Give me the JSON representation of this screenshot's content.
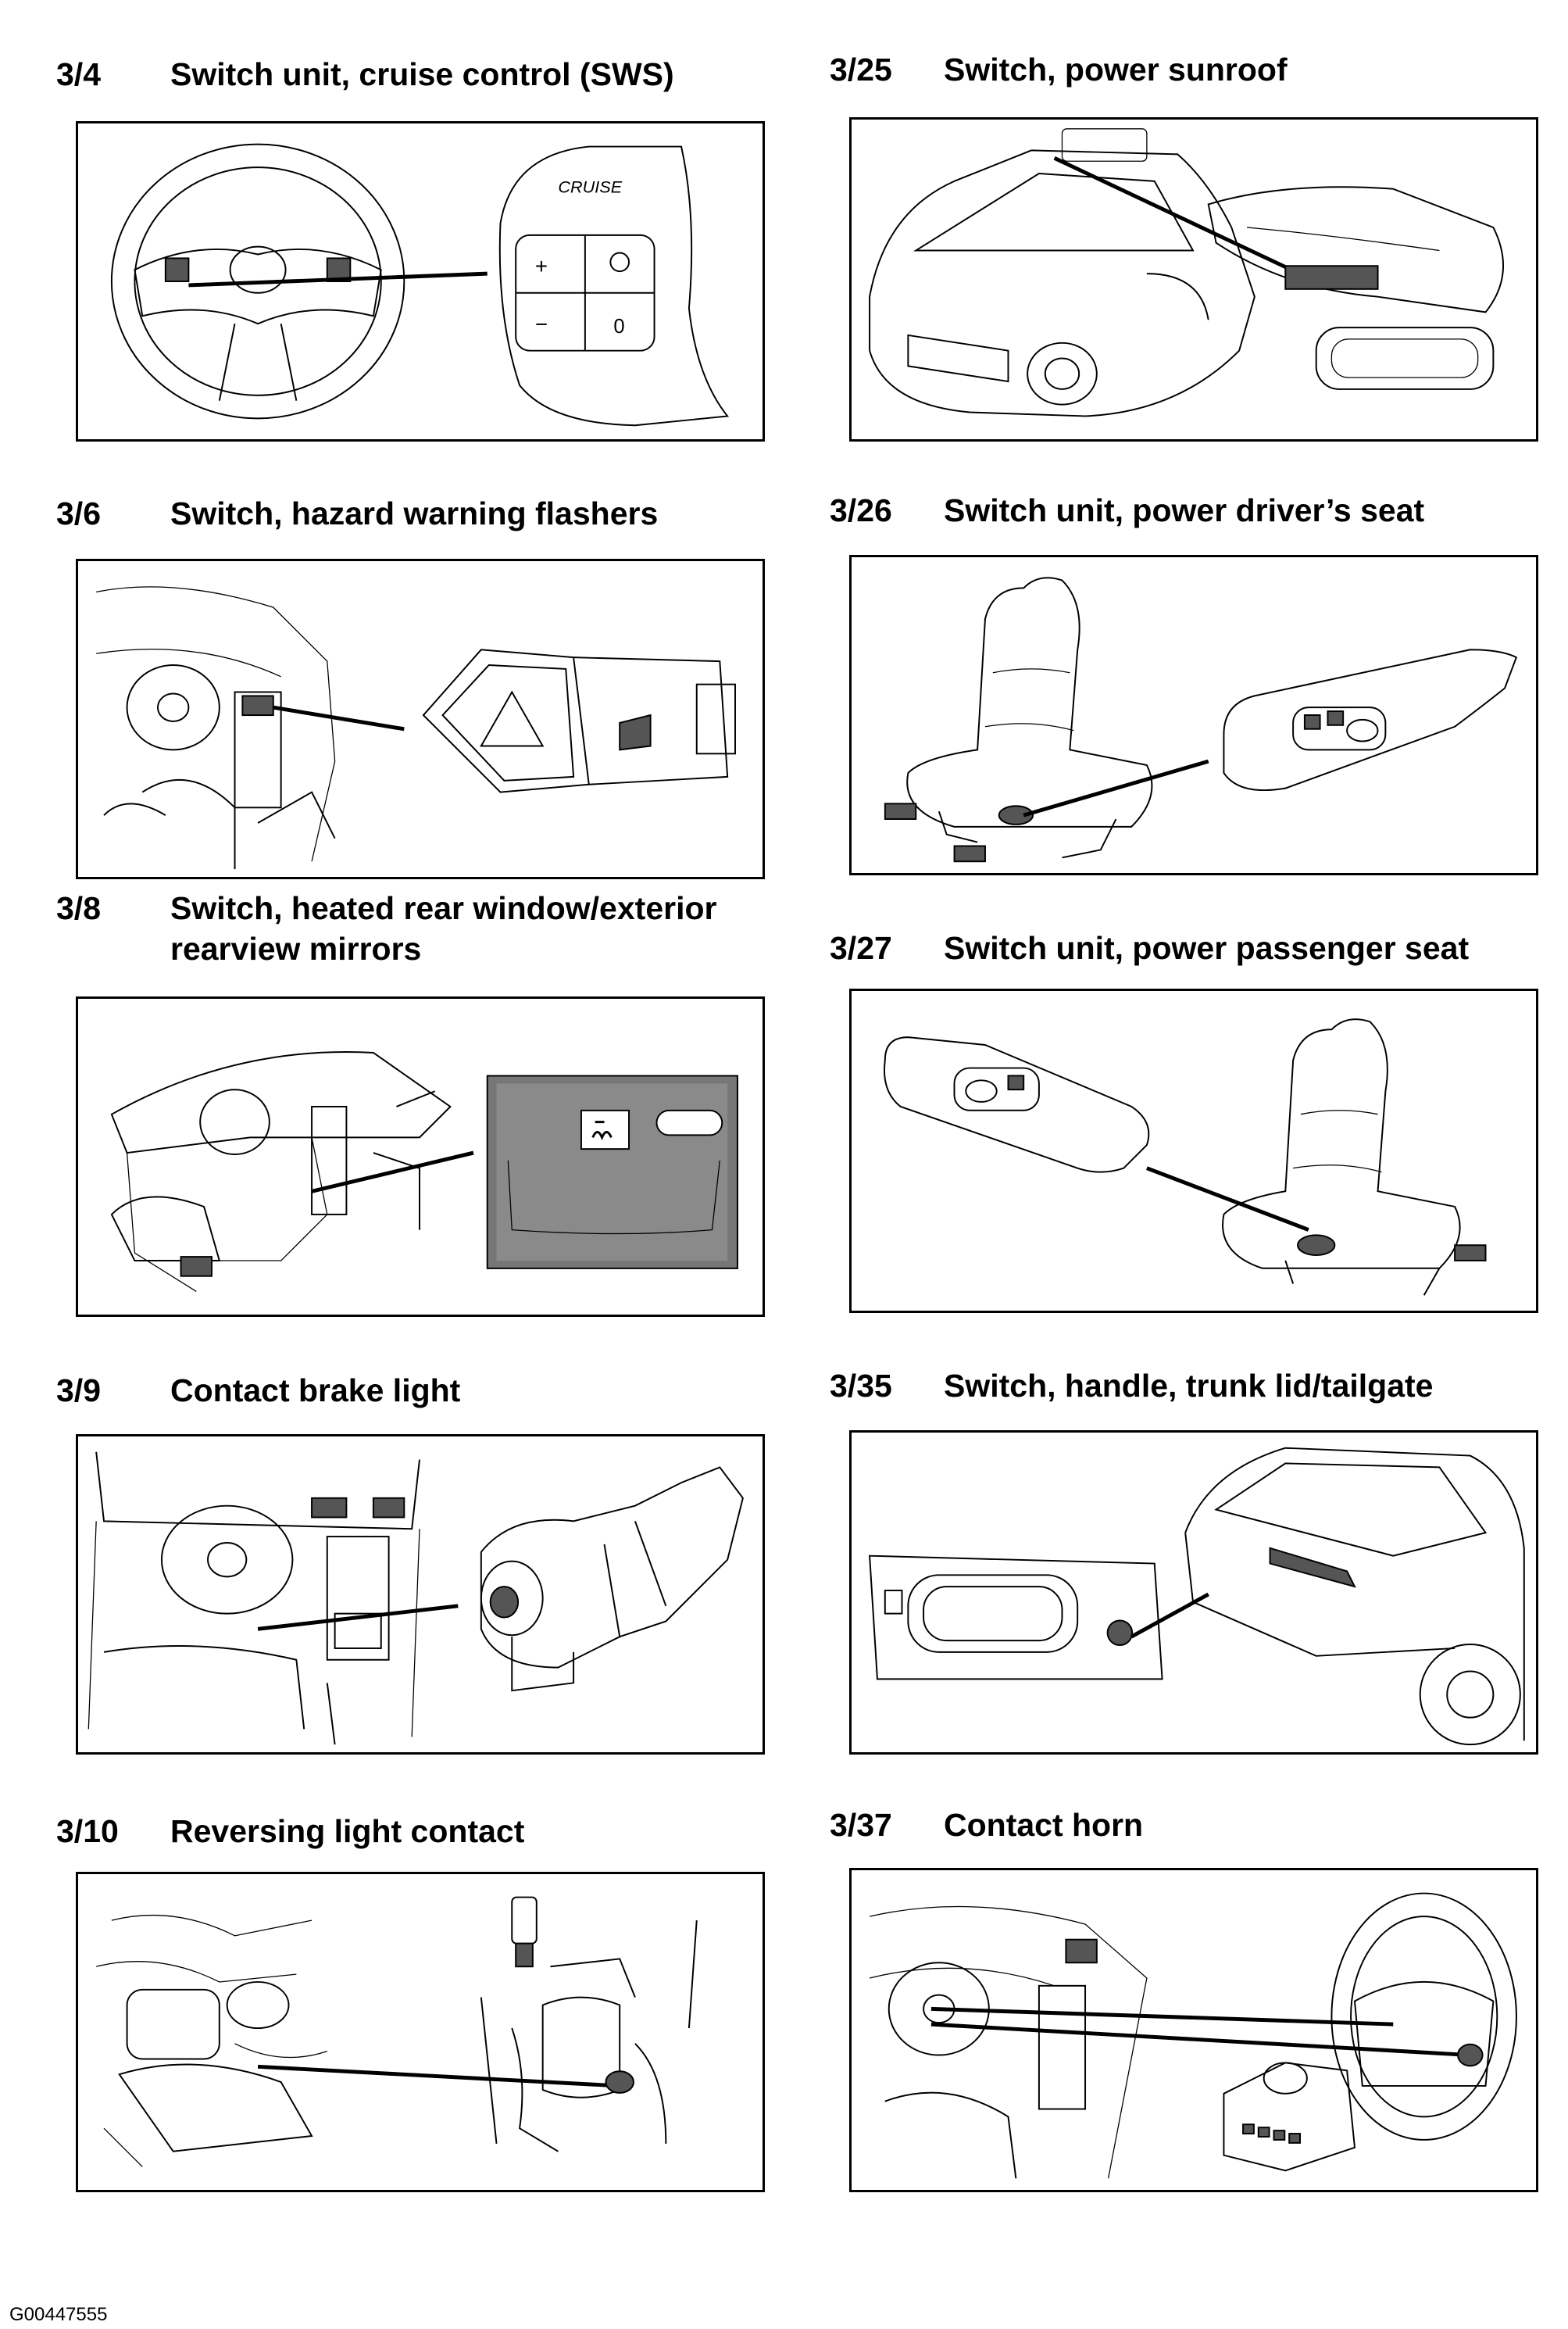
{
  "sections": [
    {
      "number": "3/4",
      "title": "Switch unit, cruise control (SWS)",
      "title_line2": "",
      "illustration_text": "CRUISE"
    },
    {
      "number": "3/25",
      "title": "Switch, power sunroof",
      "title_line2": ""
    },
    {
      "number": "3/6",
      "title": "Switch, hazard warning flashers",
      "title_line2": ""
    },
    {
      "number": "3/26",
      "title": "Switch unit, power driver’s seat",
      "title_line2": ""
    },
    {
      "number": "3/8",
      "title": "Switch, heated rear window/exterior",
      "title_line2": "rearview mirrors"
    },
    {
      "number": "3/27",
      "title": "Switch unit, power passenger seat",
      "title_line2": ""
    },
    {
      "number": "3/9",
      "title": "Contact brake light",
      "title_line2": ""
    },
    {
      "number": "3/35",
      "title": "Switch, handle, trunk lid/tailgate",
      "title_line2": ""
    },
    {
      "number": "3/10",
      "title": "Reversing light contact",
      "title_line2": ""
    },
    {
      "number": "3/37",
      "title": "Contact horn",
      "title_line2": ""
    }
  ],
  "footer_code": "G00447555"
}
